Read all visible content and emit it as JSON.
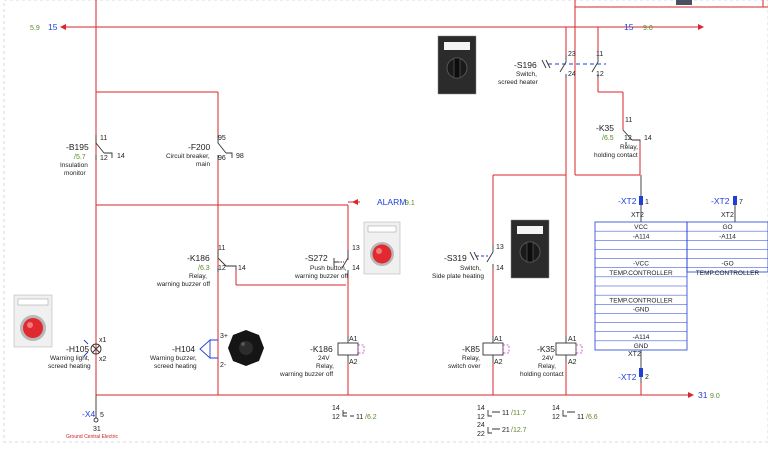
{
  "refs": {
    "left_top": {
      "label": "15",
      "ref": "5.9"
    },
    "right_top": {
      "label": "15",
      "ref": "9.0"
    },
    "alarm": {
      "label": "ALARM",
      "ref": "9.1"
    },
    "bottom_right": {
      "label": "31",
      "ref": "9.0"
    }
  },
  "components": {
    "b195": {
      "tag": "-B195",
      "ref": "/5.7",
      "desc1": "Insulation",
      "desc2": "monitor",
      "p1": "11",
      "p2": "12",
      "p3": "14"
    },
    "f200": {
      "tag": "-F200",
      "desc1": "Circuit breaker,",
      "desc2": "main",
      "p1": "95",
      "p2": "96",
      "p3": "98"
    },
    "k186a": {
      "tag": "-K186",
      "ref": "/6.3",
      "desc1": "Relay,",
      "desc2": "warning buzzer off",
      "p1": "11",
      "p2": "12",
      "p3": "14"
    },
    "s272": {
      "tag": "-S272",
      "desc1": "Push button,",
      "desc2": "warning buzzer off",
      "p1": "13",
      "p2": "14"
    },
    "s196": {
      "tag": "-S196",
      "desc1": "Switch,",
      "desc2": "screed heater",
      "p1": "23",
      "p2": "24",
      "p3": "11",
      "p4": "12"
    },
    "k35a": {
      "tag": "-K35",
      "ref": "/6.5",
      "desc1": "Relay,",
      "desc2": "holding contact",
      "p1": "11",
      "p2": "12",
      "p3": "14"
    },
    "s319": {
      "tag": "-S319",
      "desc1": "Switch,",
      "desc2": "Side plate heating",
      "p1": "13",
      "p2": "14"
    },
    "h105": {
      "tag": "-H105",
      "desc1": "Warning light,",
      "desc2": "screed heating",
      "p1": "x1",
      "p2": "x2"
    },
    "h104": {
      "tag": "-H104",
      "desc1": "Warning buzzer,",
      "desc2": "screed heating",
      "p1": "3+",
      "p2": "2-"
    },
    "k186b": {
      "tag": "-K186",
      "v": "24V",
      "desc1": "Relay,",
      "desc2": "warning buzzer off",
      "a1": "A1",
      "a2": "A2"
    },
    "k85": {
      "tag": "-K85",
      "desc1": "Relay,",
      "desc2": "switch over",
      "a1": "A1",
      "a2": "A2"
    },
    "k35b": {
      "tag": "-K35",
      "v": "24V",
      "desc1": "Relay,",
      "desc2": "holding contact",
      "a1": "A1",
      "a2": "A2"
    }
  },
  "terminals": {
    "x4": {
      "tag": "-X4",
      "pin": "5",
      "pin2": "31",
      "desc": "Ground Central Electric"
    },
    "xt2a": {
      "tag": "-XT2",
      "pin": "1",
      "sub": "XT2"
    },
    "xt2b": {
      "tag": "-XT2",
      "pin": "7",
      "sub": "XT2"
    },
    "xt2c": {
      "tag": "-XT2",
      "pin": "2",
      "sub": "XT2"
    }
  },
  "table_left": [
    "VCC",
    "-A114",
    "",
    "",
    "-VCC",
    "TEMP.CONTROLLER",
    "",
    "",
    "TEMP.CONTROLLER",
    "-GND",
    "",
    "",
    "-A114",
    "GND"
  ],
  "table_right": [
    "GO",
    "-A114",
    "",
    "",
    "-GO",
    "TEMP.CONTROLLER"
  ],
  "cross_refs": {
    "k186": {
      "a": "14",
      "b": "12",
      "c": "11",
      "ref": "/6.2"
    },
    "k85a": {
      "a": "14",
      "b": "12",
      "c": "11",
      "ref": "/11.7"
    },
    "k85b": {
      "a": "24",
      "b": "22",
      "c": "21",
      "ref": "/12.7"
    },
    "k35": {
      "a": "14",
      "b": "12",
      "c": "11",
      "ref": "/6.6"
    }
  }
}
